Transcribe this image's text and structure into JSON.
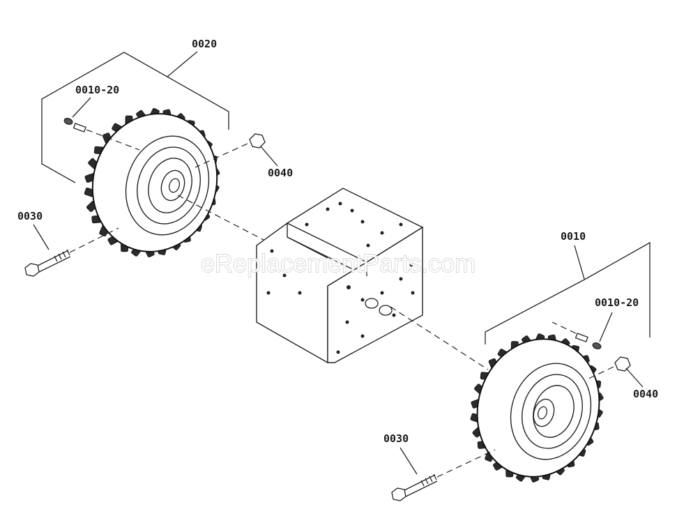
{
  "diagram": {
    "watermark": "eReplacementParts.com",
    "callouts": {
      "left_wheel_assembly": "0020",
      "left_valve": "0010-20",
      "left_bolt": "0030",
      "left_nut": "0040",
      "right_wheel_assembly": "0010",
      "right_valve": "0010-20",
      "right_bolt": "0030",
      "right_nut": "0040"
    }
  }
}
